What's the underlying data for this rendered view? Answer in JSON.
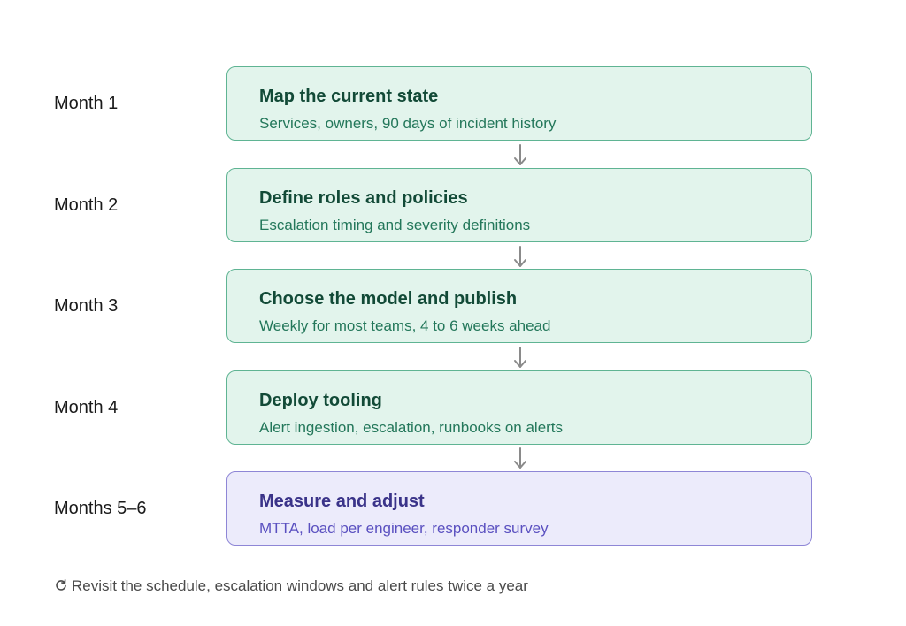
{
  "steps": [
    {
      "period": "Month 1",
      "title": "Map the current state",
      "detail": "Services, owners, 90 days of incident history"
    },
    {
      "period": "Month 2",
      "title": "Define roles and policies",
      "detail": "Escalation timing and severity definitions"
    },
    {
      "period": "Month 3",
      "title": "Choose the model and publish",
      "detail": "Weekly for most teams, 4 to 6 weeks ahead"
    },
    {
      "period": "Month 4",
      "title": "Deploy tooling",
      "detail": "Alert ingestion, escalation, runbooks on alerts"
    },
    {
      "period": "Months 5–6",
      "title": "Measure and adjust",
      "detail": "MTTA, load per engineer, responder survey"
    }
  ],
  "footnote": {
    "icon": "refresh-icon",
    "text": "Revisit the schedule, escalation windows and alert rules twice a year"
  },
  "colors": {
    "step_fill": "#e2f4ec",
    "step_border": "#5fb493",
    "final_fill": "#ecebfb",
    "final_border": "#8e86d6",
    "arrow": "#8a8a8a"
  }
}
